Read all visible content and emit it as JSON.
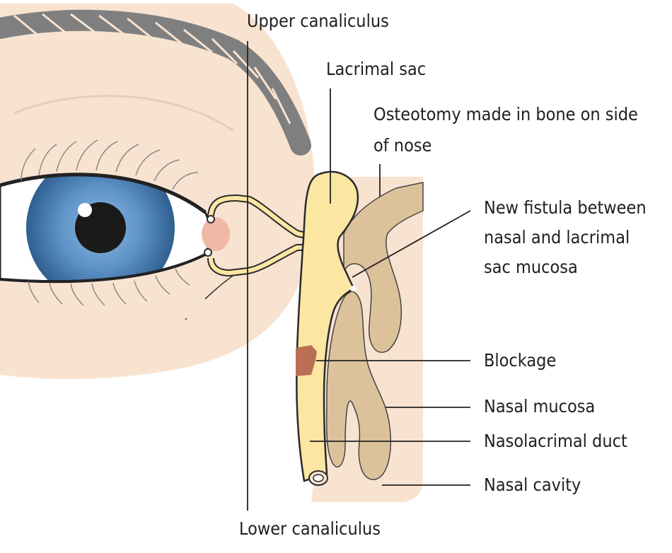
{
  "labels": {
    "upper_canaliculus": "Upper canaliculus",
    "lacrimal_sac": "Lacrimal sac",
    "osteotomy_line1": "Osteotomy made in bone on side",
    "osteotomy_line2": "of nose",
    "fistula_line1": "New fistula between",
    "fistula_line2": "nasal and lacrimal",
    "fistula_line3": "sac mucosa",
    "blockage": "Blockage",
    "nasal_mucosa": "Nasal mucosa",
    "nasolacrimal_duct": "Nasolacrimal duct",
    "nasal_cavity": "Nasal cavity",
    "lower_canaliculus": "Lower canaliculus"
  },
  "colors": {
    "skin": "#f8e3d0",
    "sclera": "#ffffff",
    "iris": "#5d93c8",
    "pupil": "#1a1a1a",
    "caruncle": "#f0b9a6",
    "lacrimal_system": "#fbe6a2",
    "bone_and_mucosa": "#dcc29b",
    "blockage": "#b96e55",
    "eyebrow": "#7f7f7f",
    "leader_line": "#222222"
  }
}
